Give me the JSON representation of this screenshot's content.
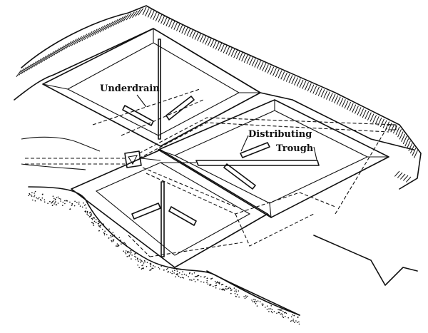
{
  "labels": {
    "underdrain": "Underdrain",
    "distributing": "Distributing",
    "trough": "Trough"
  },
  "colors": {
    "ink": "#111111",
    "paper": "#ffffff"
  }
}
